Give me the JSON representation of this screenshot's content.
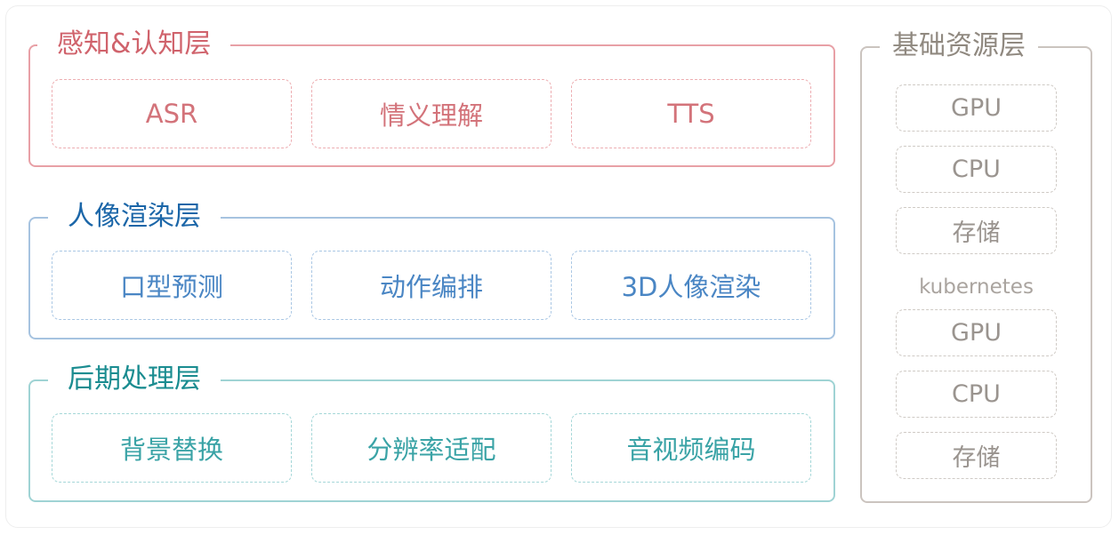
{
  "colors": {
    "perception": "#e8a0a6",
    "perception_text": "#d06870",
    "rendering": "#a6c3e0",
    "rendering_title": "#1b66a8",
    "rendering_text": "#4a86c4",
    "post": "#9fd3d4",
    "post_title": "#1a8c90",
    "post_text": "#3aa3a6",
    "resource": "#cbc4bf",
    "resource_text": "#9a948f"
  },
  "layers": [
    {
      "title": "感知&认知层",
      "items": [
        "ASR",
        "情义理解",
        "TTS"
      ]
    },
    {
      "title": "人像渲染层",
      "items": [
        "口型预测",
        "动作编排",
        "3D人像渲染"
      ]
    },
    {
      "title": "后期处理层",
      "items": [
        "背景替换",
        "分辨率适配",
        "音视频编码"
      ]
    }
  ],
  "resources": {
    "title": "基础资源层",
    "group_top": [
      "GPU",
      "CPU",
      "存储"
    ],
    "separator": "kubernetes",
    "group_bottom": [
      "GPU",
      "CPU",
      "存储"
    ]
  }
}
